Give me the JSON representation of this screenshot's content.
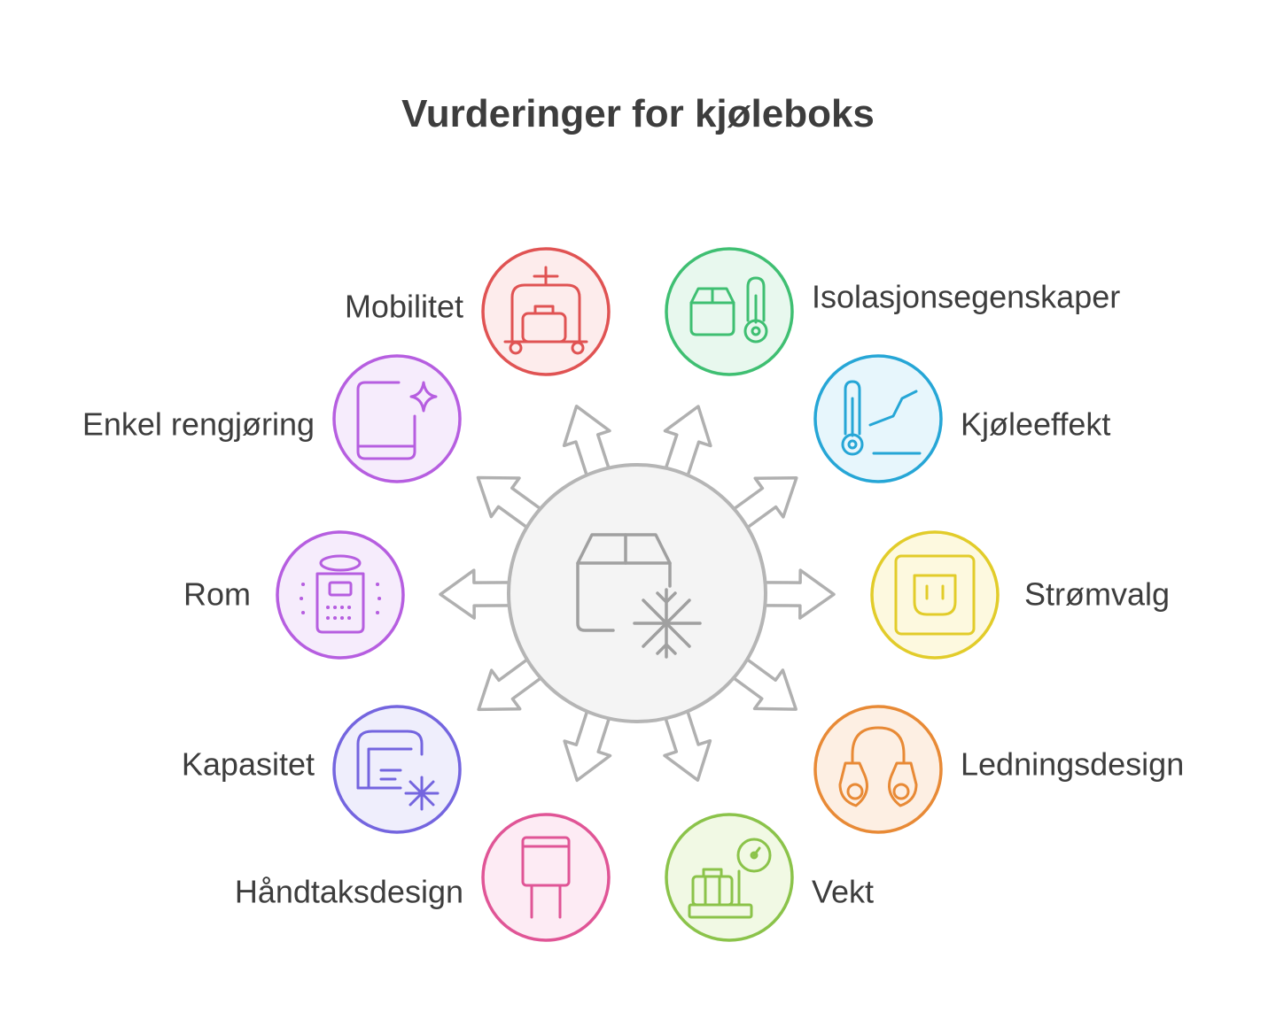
{
  "title": "Vurderinger for kjøleboks",
  "center": {
    "icon": "cooler-snowflake-icon"
  },
  "nodes": [
    {
      "id": "mobilitet",
      "label": "Mobilitet",
      "icon": "luggage-cart-icon",
      "stroke": "#e05353",
      "fill": "#fdecec"
    },
    {
      "id": "isolasjon",
      "label": "Isolasjonsegenskaper",
      "icon": "box-thermometer-icon",
      "stroke": "#3fbf72",
      "fill": "#e8f8ee"
    },
    {
      "id": "kjoleeffekt",
      "label": "Kjøleeffekt",
      "icon": "thermometer-graph-icon",
      "stroke": "#26a6d6",
      "fill": "#e7f6fc"
    },
    {
      "id": "stromvalg",
      "label": "Strømvalg",
      "icon": "power-outlet-icon",
      "stroke": "#e2cc2a",
      "fill": "#fdf9df"
    },
    {
      "id": "ledningsdesign",
      "label": "Ledningsdesign",
      "icon": "cable-connector-icon",
      "stroke": "#e88a36",
      "fill": "#fdefe3"
    },
    {
      "id": "vekt",
      "label": "Vekt",
      "icon": "luggage-scale-icon",
      "stroke": "#8bc34a",
      "fill": "#f1f9e4"
    },
    {
      "id": "handtaksdesign",
      "label": "Håndtaksdesign",
      "icon": "handle-icon",
      "stroke": "#e05596",
      "fill": "#fdebf4"
    },
    {
      "id": "kapasitet",
      "label": "Kapasitet",
      "icon": "freezer-capacity-icon",
      "stroke": "#7465df",
      "fill": "#efeefc"
    },
    {
      "id": "rom",
      "label": "Rom",
      "icon": "speaker-device-icon",
      "stroke": "#b65ee0",
      "fill": "#f6ecfc"
    },
    {
      "id": "rengjoring",
      "label": "Enkel rengjøring",
      "icon": "sparkle-surface-icon",
      "stroke": "#b65ee0",
      "fill": "#f6ecfc"
    }
  ]
}
